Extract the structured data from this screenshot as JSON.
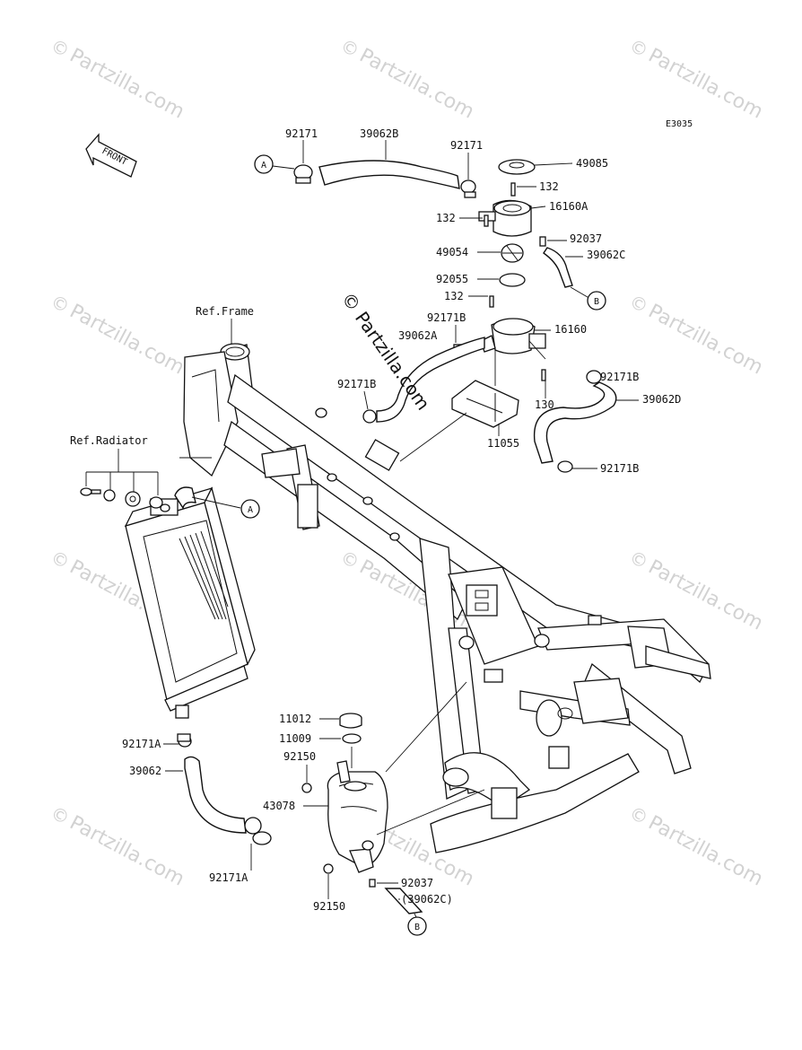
{
  "diagram_code": "E3035",
  "watermark": {
    "text": "Partzilla.com",
    "copyright_symbol": "©",
    "center_text": "© Partzilla.com"
  },
  "front_arrow": {
    "label": "FRONT"
  },
  "references": {
    "frame": "Ref.Frame",
    "radiator": "Ref.Radiator"
  },
  "connectors": {
    "a": "A",
    "b": "B"
  },
  "part_labels": [
    {
      "id": "l-92171-top-left",
      "text": "92171"
    },
    {
      "id": "l-39062B",
      "text": "39062B"
    },
    {
      "id": "l-92171-top-right",
      "text": "92171"
    },
    {
      "id": "l-49085",
      "text": "49085"
    },
    {
      "id": "l-132-a",
      "text": "132"
    },
    {
      "id": "l-16160A",
      "text": "16160A"
    },
    {
      "id": "l-132-b",
      "text": "132"
    },
    {
      "id": "l-92037-top",
      "text": "92037"
    },
    {
      "id": "l-39062C",
      "text": "39062C"
    },
    {
      "id": "l-49054",
      "text": "49054"
    },
    {
      "id": "l-92055",
      "text": "92055"
    },
    {
      "id": "l-132-c",
      "text": "132"
    },
    {
      "id": "l-92171B-a",
      "text": "92171B"
    },
    {
      "id": "l-16160",
      "text": "16160"
    },
    {
      "id": "l-39062A",
      "text": "39062A"
    },
    {
      "id": "l-92171B-b",
      "text": "92171B"
    },
    {
      "id": "l-92171B-c",
      "text": "92171B"
    },
    {
      "id": "l-130",
      "text": "130"
    },
    {
      "id": "l-39062D",
      "text": "39062D"
    },
    {
      "id": "l-11055",
      "text": "11055"
    },
    {
      "id": "l-92171B-d",
      "text": "92171B"
    },
    {
      "id": "l-11012",
      "text": "11012"
    },
    {
      "id": "l-11009",
      "text": "11009"
    },
    {
      "id": "l-92171A-a",
      "text": "92171A"
    },
    {
      "id": "l-92150-a",
      "text": "92150"
    },
    {
      "id": "l-39062",
      "text": "39062"
    },
    {
      "id": "l-43078",
      "text": "43078"
    },
    {
      "id": "l-92037-bottom",
      "text": "92037"
    },
    {
      "id": "l-39062C-paren",
      "text": "(39062C)"
    },
    {
      "id": "l-92150-b",
      "text": "92150"
    },
    {
      "id": "l-92171A-b",
      "text": "92171A"
    }
  ]
}
